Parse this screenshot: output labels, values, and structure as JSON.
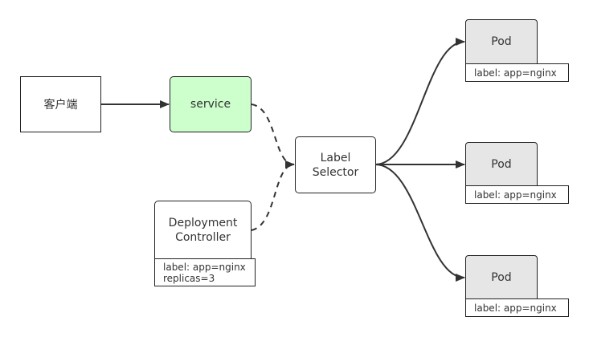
{
  "client": {
    "label": "客户端"
  },
  "service": {
    "label": "service"
  },
  "selector": {
    "line1": "Label",
    "line2": "Selector"
  },
  "deployment": {
    "line1": "Deployment",
    "line2": "Controller",
    "label_line1": "label: app=nginx",
    "label_line2": "replicas=3"
  },
  "pods": [
    {
      "label": "Pod",
      "tag": "label: app=nginx"
    },
    {
      "label": "Pod",
      "tag": "label: app=nginx"
    },
    {
      "label": "Pod",
      "tag": "label: app=nginx"
    }
  ],
  "colors": {
    "service_fill": "#ccffcc",
    "pod_fill": "#e6e6e6",
    "stroke": "#222222"
  }
}
